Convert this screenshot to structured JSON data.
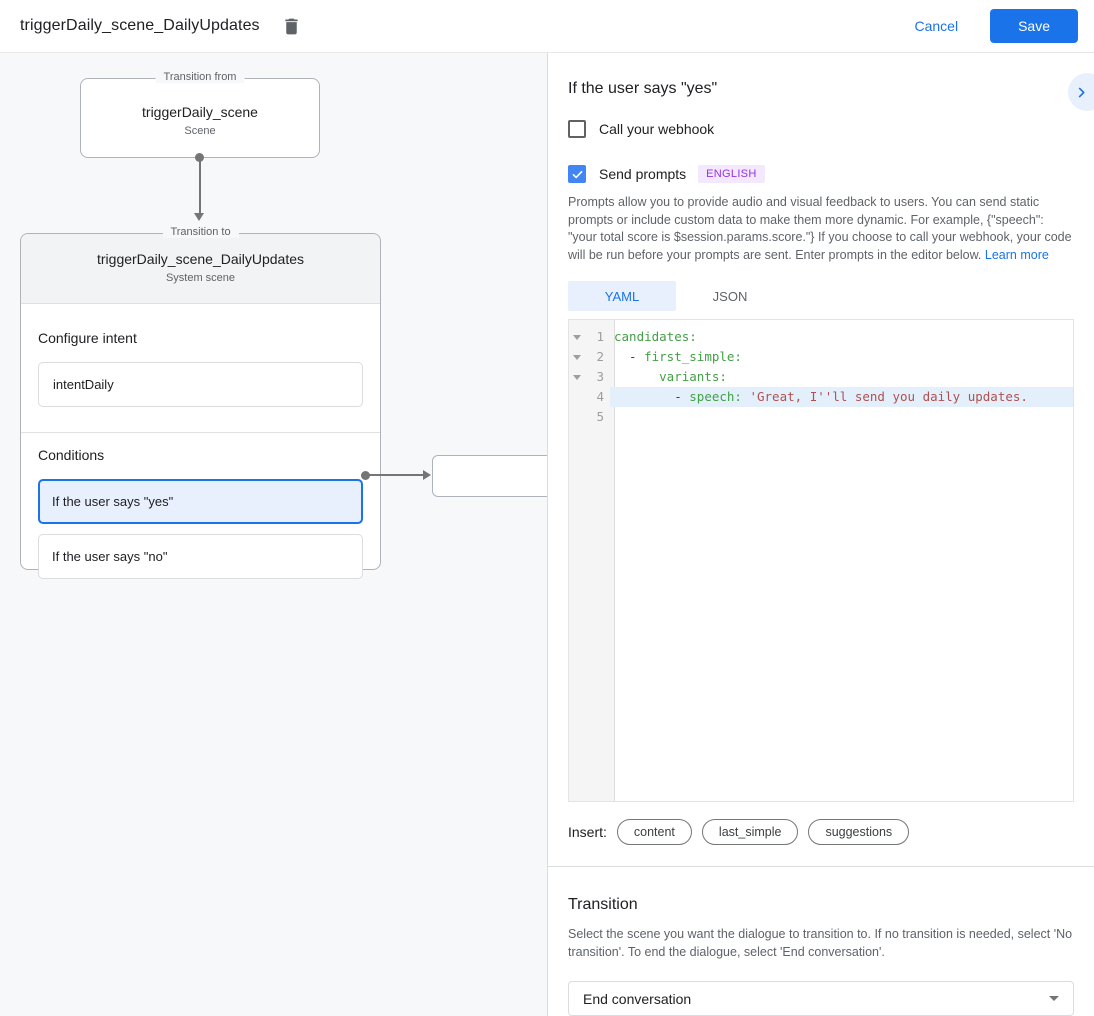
{
  "header": {
    "title": "triggerDaily_scene_DailyUpdates",
    "cancel_label": "Cancel",
    "save_label": "Save"
  },
  "canvas": {
    "transition_from": {
      "legend": "Transition from",
      "title": "triggerDaily_scene",
      "subtitle": "Scene"
    },
    "transition_to": {
      "legend": "Transition to",
      "title": "triggerDaily_scene_DailyUpdates",
      "subtitle": "System scene"
    },
    "configure_intent": {
      "section_label": "Configure intent",
      "intent_name": "intentDaily"
    },
    "conditions": {
      "section_label": "Conditions",
      "items": [
        {
          "label": "If the user says \"yes\"",
          "selected": true
        },
        {
          "label": "If the user says \"no\"",
          "selected": false
        }
      ]
    }
  },
  "panel": {
    "heading": "If the user says \"yes\"",
    "webhook_checkbox": {
      "label": "Call your webhook",
      "checked": false
    },
    "prompts_checkbox": {
      "label": "Send prompts",
      "checked": true,
      "badge": "ENGLISH"
    },
    "description": "Prompts allow you to provide audio and visual feedback to users. You can send static prompts or include custom data to make them more dynamic. For example, {\"speech\": \"your total score is $session.params.score.\"} If you choose to call your webhook, your code will be run before your prompts are sent. Enter prompts in the editor below. ",
    "learn_more": "Learn more",
    "tabs": [
      {
        "label": "YAML",
        "active": true
      },
      {
        "label": "JSON",
        "active": false
      }
    ],
    "editor": {
      "lines": [
        {
          "number": 1,
          "fold": true,
          "highlight": false,
          "tokens": [
            [
              "key",
              "candidates:"
            ]
          ]
        },
        {
          "number": 2,
          "fold": true,
          "highlight": false,
          "tokens": [
            [
              "plain",
              "  - "
            ],
            [
              "key",
              "first_simple:"
            ]
          ]
        },
        {
          "number": 3,
          "fold": true,
          "highlight": false,
          "tokens": [
            [
              "plain",
              "      "
            ],
            [
              "key",
              "variants:"
            ]
          ]
        },
        {
          "number": 4,
          "fold": false,
          "highlight": true,
          "tokens": [
            [
              "plain",
              "        - "
            ],
            [
              "key",
              "speech:"
            ],
            [
              "plain",
              " "
            ],
            [
              "string",
              "'Great, I''ll send you daily updates."
            ]
          ]
        },
        {
          "number": 5,
          "fold": false,
          "highlight": false,
          "tokens": []
        }
      ]
    },
    "insert": {
      "label": "Insert:",
      "pills": [
        "content",
        "last_simple",
        "suggestions"
      ]
    },
    "transition": {
      "heading": "Transition",
      "description": "Select the scene you want the dialogue to transition to. If no transition is needed, select 'No transition'. To end the dialogue, select 'End conversation'.",
      "select_value": "End conversation"
    }
  },
  "colors": {
    "accent_blue": "#1a73e8",
    "checkbox_blue": "#4285f4",
    "selected_condition_bg": "#e8f0fe",
    "badge_bg": "#f3e8fd",
    "badge_text": "#9334e6",
    "code_key_green": "#43a047",
    "code_string_red": "#b0514f",
    "code_highlight": "#e3effb",
    "canvas_bg": "#f7f8fa"
  }
}
